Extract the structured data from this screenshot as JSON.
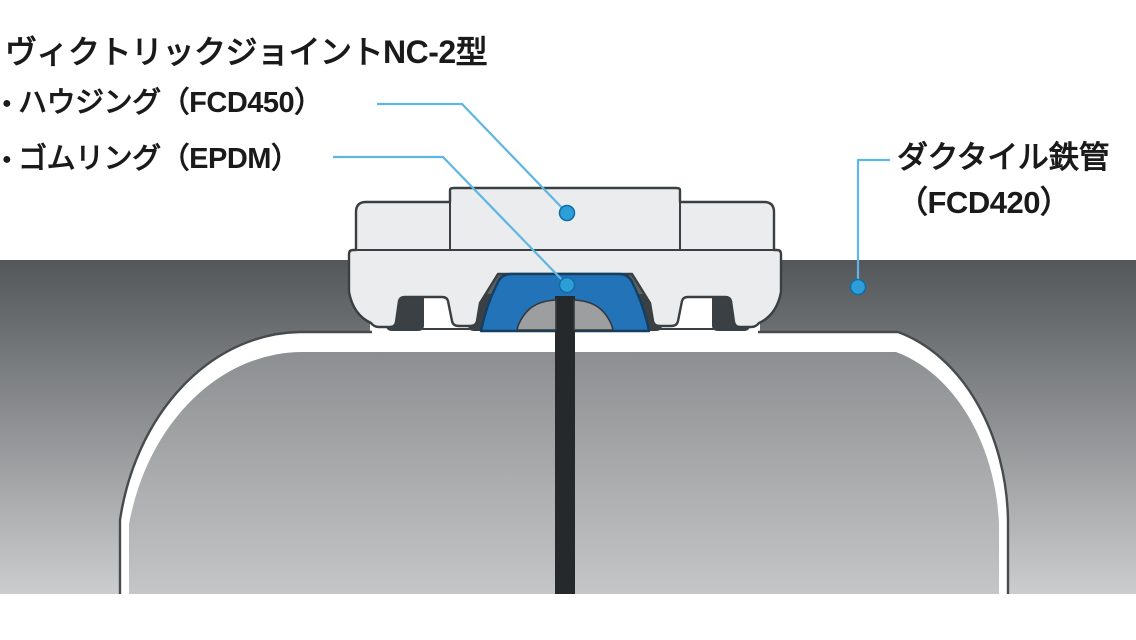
{
  "title": "ヴィクトリックジョイントNC-2型",
  "legend": {
    "marker": "●",
    "items": [
      {
        "id": "housing",
        "label": "ハウジング（FCD450）"
      },
      {
        "id": "rubber-ring",
        "label": "ゴムリング（EPDM）"
      }
    ]
  },
  "pipe_label": {
    "line1": "ダクタイル鉄管",
    "line2": "（FCD420）"
  },
  "annotations": [
    {
      "from": "housing-label",
      "points_to": "housing-top-pad"
    },
    {
      "from": "rubber-ring-label",
      "points_to": "rubber-ring-gasket"
    },
    {
      "from": "pipe-label",
      "points_to": "ductile-iron-pipe"
    }
  ],
  "colors": {
    "leader_line": "#5fb6e2",
    "leader_dot": "#2d9ed8",
    "gasket_blue": "#2273b8",
    "housing_fill": "#eaeced",
    "outline_dark": "#3a3f42",
    "pipe_gap_dark": "#26292c",
    "groove_dark": "#3a4043",
    "lip_gray": "#9c9ea0",
    "text_color": "#1a1a1a"
  }
}
